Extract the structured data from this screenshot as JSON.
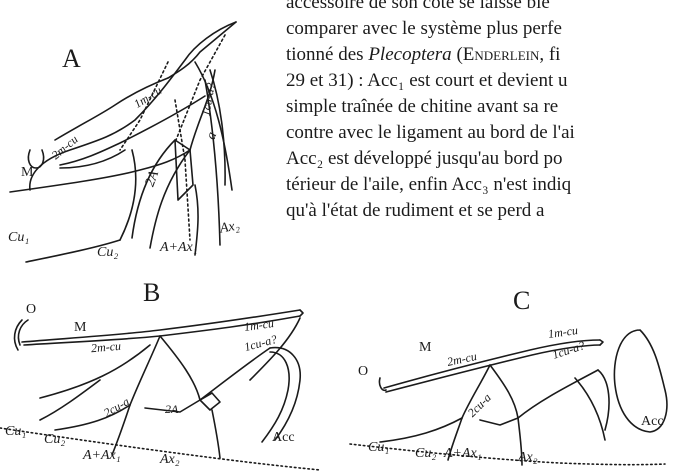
{
  "paragraph": {
    "l1": "accessoire de son côté se laisse bie",
    "l2": "comparer avec le système plus perfe",
    "l3a": "tionné des ",
    "l3b": "Plecoptera",
    "l3c": " (",
    "l3d": "Enderlein",
    "l3e": ", fi",
    "l4": "29 et 31) : Acc₁ est court et devient u",
    "l5": "simple traînée de chitine avant sa re",
    "l6": "contre avec le ligament au bord de l'ai",
    "l7": "Acc₂ est développé jusqu'au bord po",
    "l8": "térieur de l'aile, enfin Acc₃ n'est indiq",
    "l9": "qu'à l'état de rudiment  et  se perd  a"
  },
  "figures": {
    "A": {
      "letter": "A",
      "labels": [
        "1m-cu",
        "1cu-a?",
        "2m-cu",
        "M",
        "2A",
        "a",
        "Cu₁",
        "Cu₂",
        "A+Ax₁",
        "Ax₂"
      ]
    },
    "B": {
      "letter": "B",
      "labels": [
        "O",
        "M",
        "2m-cu",
        "1m-cu",
        "1cu-a?",
        "2cu-a",
        "2A",
        "Cu₁",
        "Cu₂",
        "A+Ax₁",
        "Ax₂",
        "Acc"
      ]
    },
    "C": {
      "letter": "C",
      "labels": [
        "O",
        "M",
        "2m-cu",
        "1m-cu",
        "1cu-a?",
        "2cu-a",
        "Cu₁",
        "Cu₂",
        "A+Ax₁",
        "Ax₂",
        "Acc"
      ]
    }
  }
}
